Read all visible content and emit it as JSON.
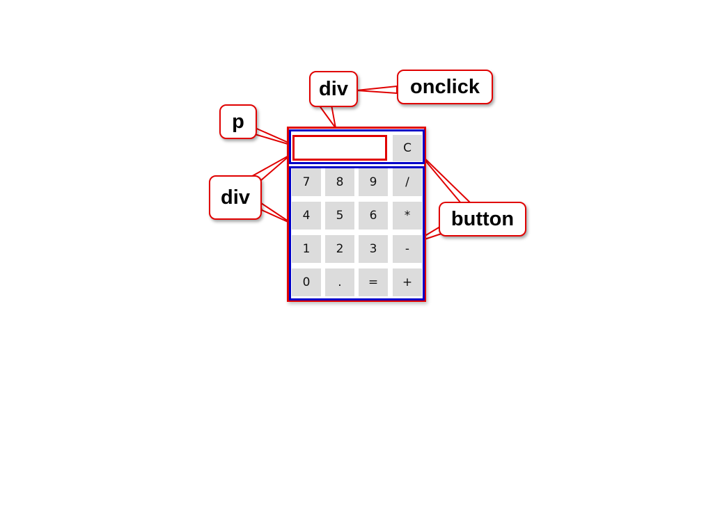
{
  "callouts": {
    "div_top": "div",
    "onclick": "onclick",
    "p": "p",
    "div_left": "div",
    "button": "button"
  },
  "calculator": {
    "display_value": "",
    "clear_label": "C",
    "keys": [
      [
        "7",
        "8",
        "9",
        "/"
      ],
      [
        "4",
        "5",
        "6",
        "*"
      ],
      [
        "1",
        "2",
        "3",
        "-"
      ],
      [
        "0",
        ".",
        "=",
        "+"
      ]
    ]
  },
  "colors": {
    "annotation_red": "#e00000",
    "annotation_blue": "#0000c8",
    "button_gray": "#dcdcdc"
  }
}
